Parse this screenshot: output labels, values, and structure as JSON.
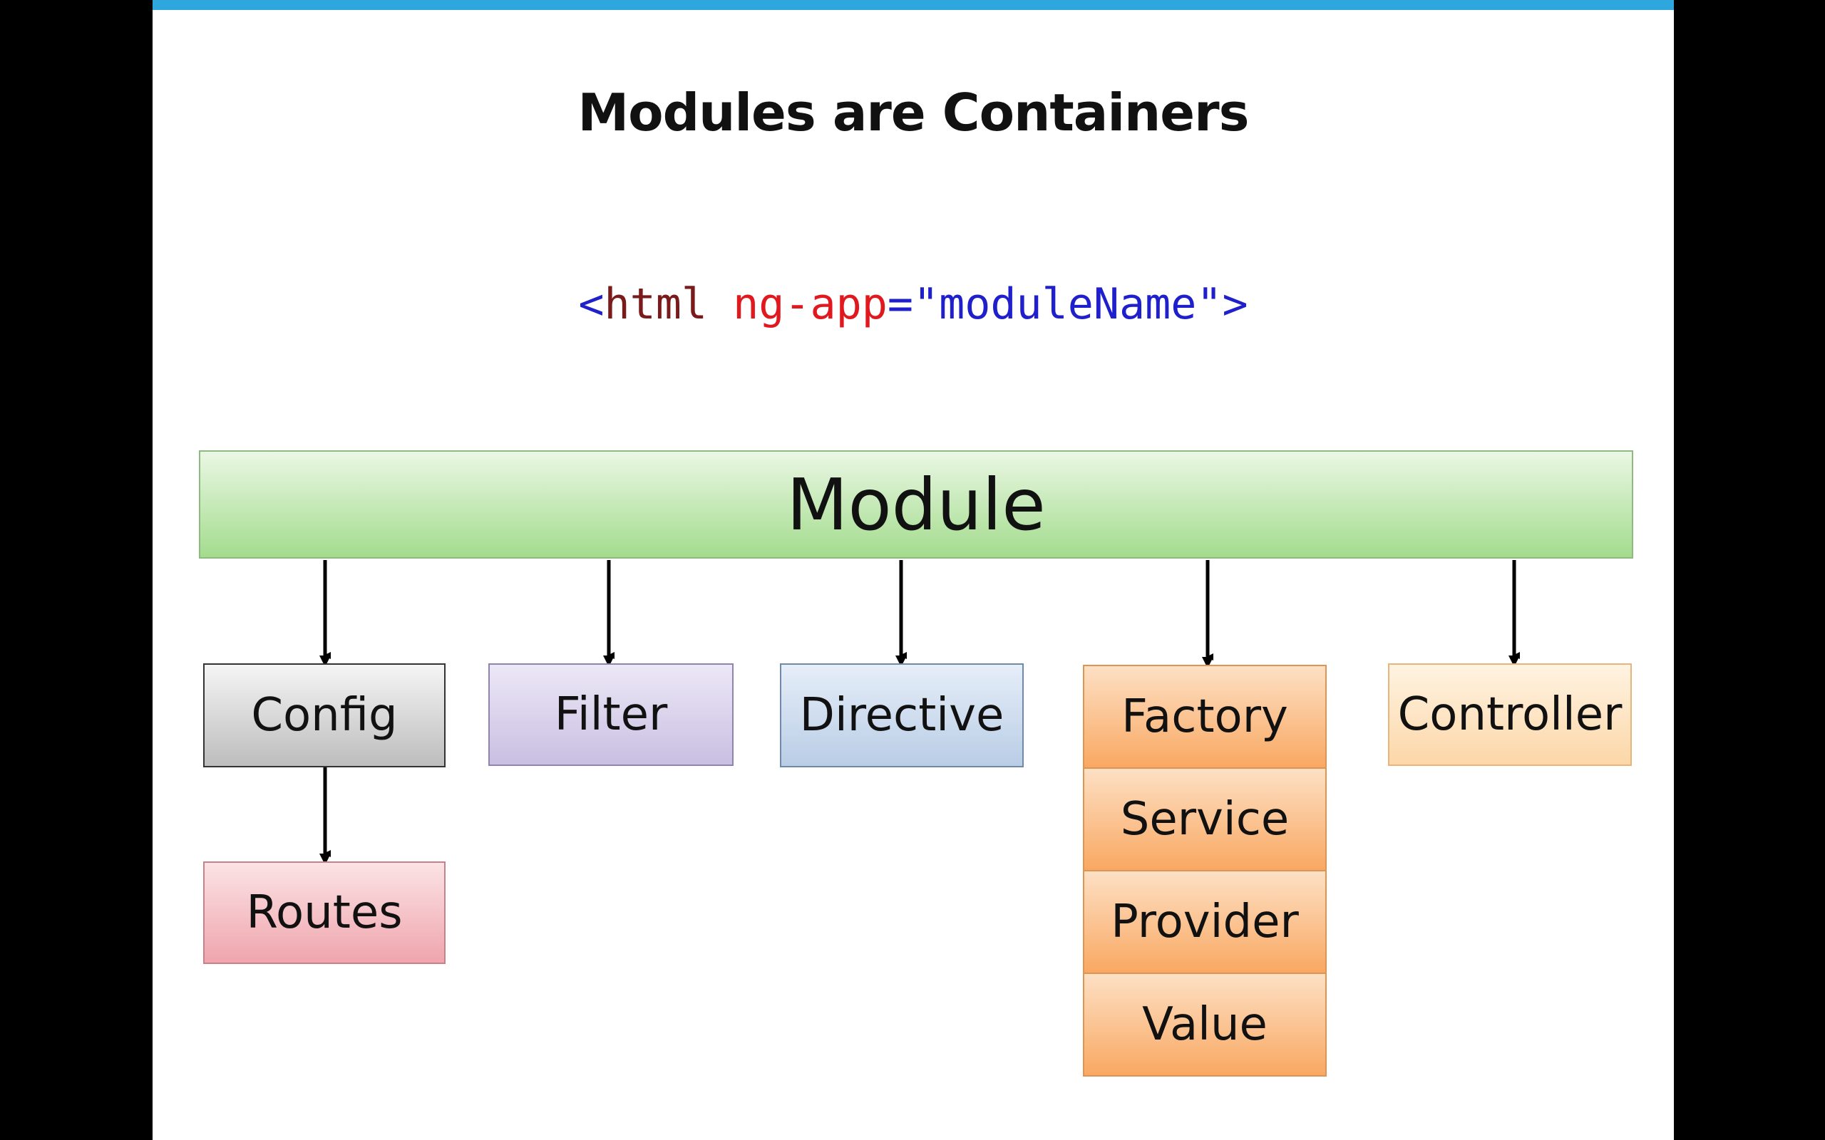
{
  "slide": {
    "title": "Modules are Containers",
    "code": {
      "tag_open": "<",
      "tag_name": "html",
      "space": " ",
      "attr_name": "ng-app",
      "equals": "=",
      "attr_value": "\"moduleName\"",
      "tag_close": ">"
    }
  },
  "diagram": {
    "root": "Module",
    "children": [
      "Config",
      "Filter",
      "Directive",
      "Factory",
      "Controller"
    ],
    "config_child": "Routes",
    "service_stack": [
      "Factory",
      "Service",
      "Provider",
      "Value"
    ]
  },
  "colors": {
    "accent": "#2ea7de",
    "code_bracket": "#1f1fcc",
    "code_tag": "#7a1a1a",
    "code_attr": "#e0191e",
    "code_value": "#1f1fcc",
    "module_fill": "#a3dc8d",
    "config_fill": "#bdbdbd",
    "filter_fill": "#c9bfe2",
    "directive_fill": "#b9cde6",
    "factory_fill": "#f9a862",
    "controller_fill": "#fcd7a8",
    "routes_fill": "#efa5ad"
  }
}
